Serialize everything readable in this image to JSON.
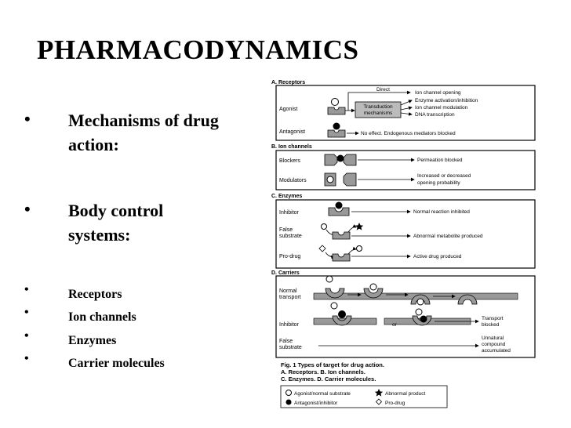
{
  "slide": {
    "title": "PHARMACODYNAMICS",
    "bullets_main": [
      {
        "marker": "•",
        "line1": "Mechanisms of drug",
        "line2": "action:"
      },
      {
        "marker": "•",
        "line1": "Body control",
        "line2": "systems:"
      }
    ],
    "bullets_sub": [
      {
        "marker": "•",
        "text": "Receptors"
      },
      {
        "marker": "•",
        "text": "Ion channels"
      },
      {
        "marker": "•",
        "text": "Enzymes"
      },
      {
        "marker": "•",
        "text": "Carrier molecules"
      }
    ]
  },
  "figure": {
    "sections": {
      "a": "A. Receptors",
      "b": "B. Ion channels",
      "c": "C. Enzymes",
      "d": "D. Carriers"
    },
    "a": {
      "agonist": "Agonist",
      "antagonist": "Antagonist",
      "direct": "Direct",
      "transduction1": "Transduction",
      "transduction2": "mechanisms",
      "out1": "Ion channel opening",
      "out2": "Enzyme activation/inhibition",
      "out3": "Ion channel modulation",
      "out4": "DNA transcription",
      "antagonist_effect": "No effect. Endogenous mediators blocked"
    },
    "b": {
      "blockers": "Blockers",
      "modulators": "Modulators",
      "blockers_effect": "Permeation blocked",
      "mod_effect1": "Increased or decreased",
      "mod_effect2": "opening probability"
    },
    "c": {
      "inhibitor": "Inhibitor",
      "false1": "False",
      "false2": "substrate",
      "prodrug": "Pro-drug",
      "inhibitor_effect": "Normal reaction inhibited",
      "false_effect": "Abnormal metabolite produced",
      "prodrug_effect": "Active drug produced"
    },
    "d": {
      "normal1": "Normal",
      "normal2": "transport",
      "inhibitor": "Inhibitor",
      "or": "or",
      "inhibitor_effect1": "Transport",
      "inhibitor_effect2": "blocked",
      "false1": "False",
      "false2": "substrate",
      "false_effect1": "Unnatural",
      "false_effect2": "compound",
      "false_effect3": "accumulated"
    },
    "caption": {
      "line1": "Fig. 1  Types of target for drug action.",
      "line2": "A. Receptors.  B. Ion channels.",
      "line3": "C. Enzymes.  D. Carrier molecules."
    },
    "legend": {
      "agonist": "Agonist/normal substrate",
      "abnormal": "Abnormal product",
      "antagonist": "Antagonist/inhibitor",
      "prodrug": "Pro-drug"
    }
  }
}
